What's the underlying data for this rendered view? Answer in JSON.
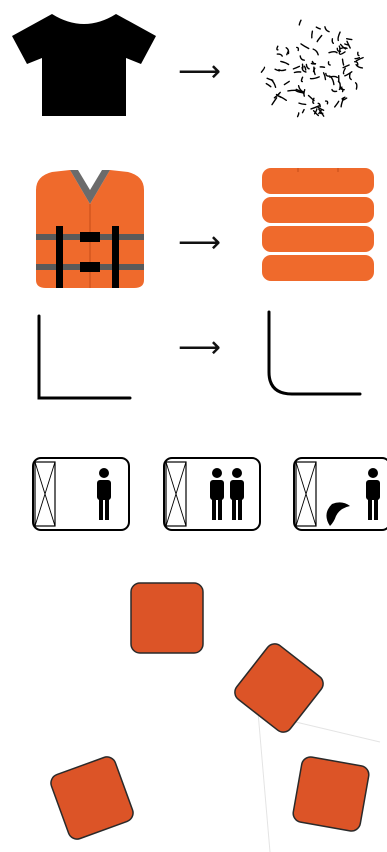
{
  "colors": {
    "ink": "#000000",
    "vest_orange": "#ef6a2c",
    "vest_stripe": "#5a5a5a",
    "vest_collar": "#6b6b6b",
    "cushion_orange": "#ef6a2c",
    "pad_orange": "#dc5427",
    "pad_outline": "#2a2a2a",
    "light_line": "#e4e4e4"
  },
  "arrow_glyph": "⟶",
  "rows": [
    {
      "from_icon": "tshirt-icon",
      "to_icon": "shredded-fibers-icon"
    },
    {
      "from_icon": "life-vest-icon",
      "to_icon": "quilted-cushion-icon"
    },
    {
      "from_icon": "sharp-corner-icon",
      "to_icon": "rounded-corner-icon"
    }
  ],
  "door_panels": [
    {
      "occupants": 1,
      "extra": "none"
    },
    {
      "occupants": 2,
      "extra": "none"
    },
    {
      "occupants": 1,
      "extra": "leaf-icon"
    }
  ],
  "scattered_pads": 4
}
